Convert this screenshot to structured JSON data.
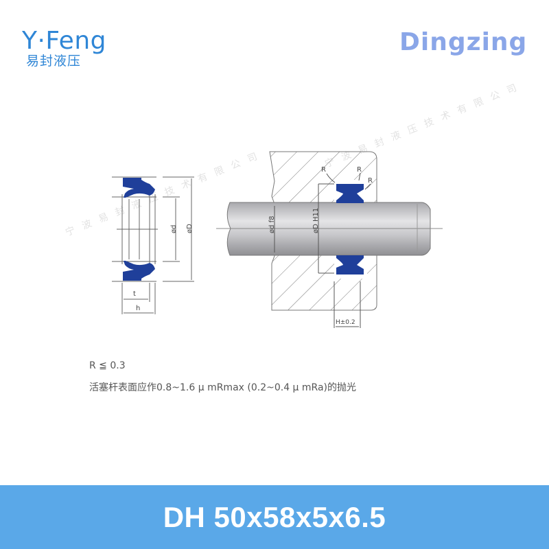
{
  "header": {
    "logo_left_en": "Y·Feng",
    "logo_left_cn": "易封液压",
    "logo_right": "Dingzing"
  },
  "watermark": {
    "text": "宁波易封液压技术有限公司"
  },
  "drawing": {
    "seal_section": {
      "dim_inner_diameter": "ød",
      "dim_outer_diameter": "øD",
      "dim_t": "t",
      "dim_h": "h"
    },
    "installation": {
      "dim_rod": "ød f8",
      "dim_groove": "øD H11",
      "dim_groove_width": "H±0.2",
      "radius_labels": [
        "R",
        "R",
        "R"
      ]
    },
    "colors": {
      "seal": "#1f3f9a",
      "line": "#555555",
      "rod": "#b9b9bd"
    }
  },
  "notes": {
    "radius": "R ≦ 0.3",
    "surface": "活塞杆表面应作0.8~1.6 μ mRmax (0.2~0.4 μ mRa)的抛光"
  },
  "banner": {
    "title": "DH 50x58x5x6.5",
    "color": "#5aa8e8"
  }
}
